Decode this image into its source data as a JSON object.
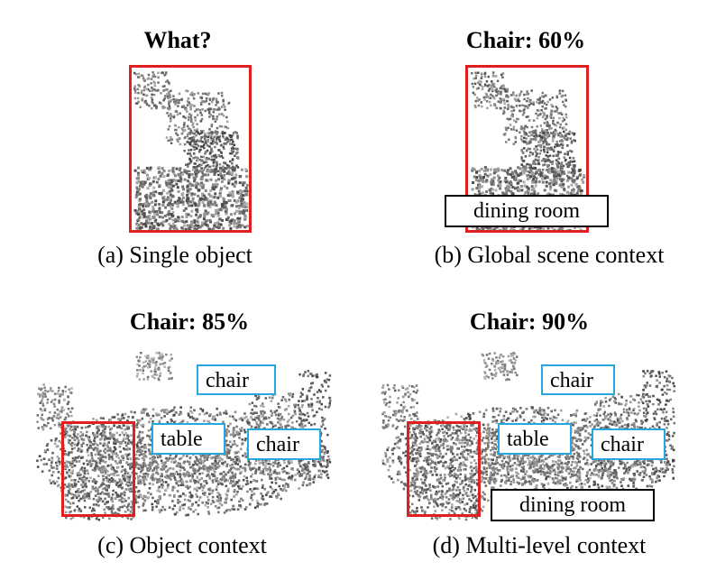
{
  "panels": [
    {
      "id": "a",
      "title": "What?",
      "caption": "(a) Single object"
    },
    {
      "id": "b",
      "title": "Chair: 60%",
      "caption": "(b) Global scene context",
      "scene_label": "dining room"
    },
    {
      "id": "c",
      "title": "Chair: 85%",
      "caption": "(c) Object context",
      "labels": [
        "chair",
        "table",
        "chair"
      ]
    },
    {
      "id": "d",
      "title": "Chair: 90%",
      "caption": "(d) Multi-level context",
      "labels": [
        "chair",
        "table",
        "chair"
      ],
      "scene_label": "dining room"
    }
  ],
  "colors": {
    "highlight_box": "#e02020",
    "object_label_border": "#25a8dd",
    "scene_label_border": "#000000",
    "point_cloud": "#808080"
  }
}
